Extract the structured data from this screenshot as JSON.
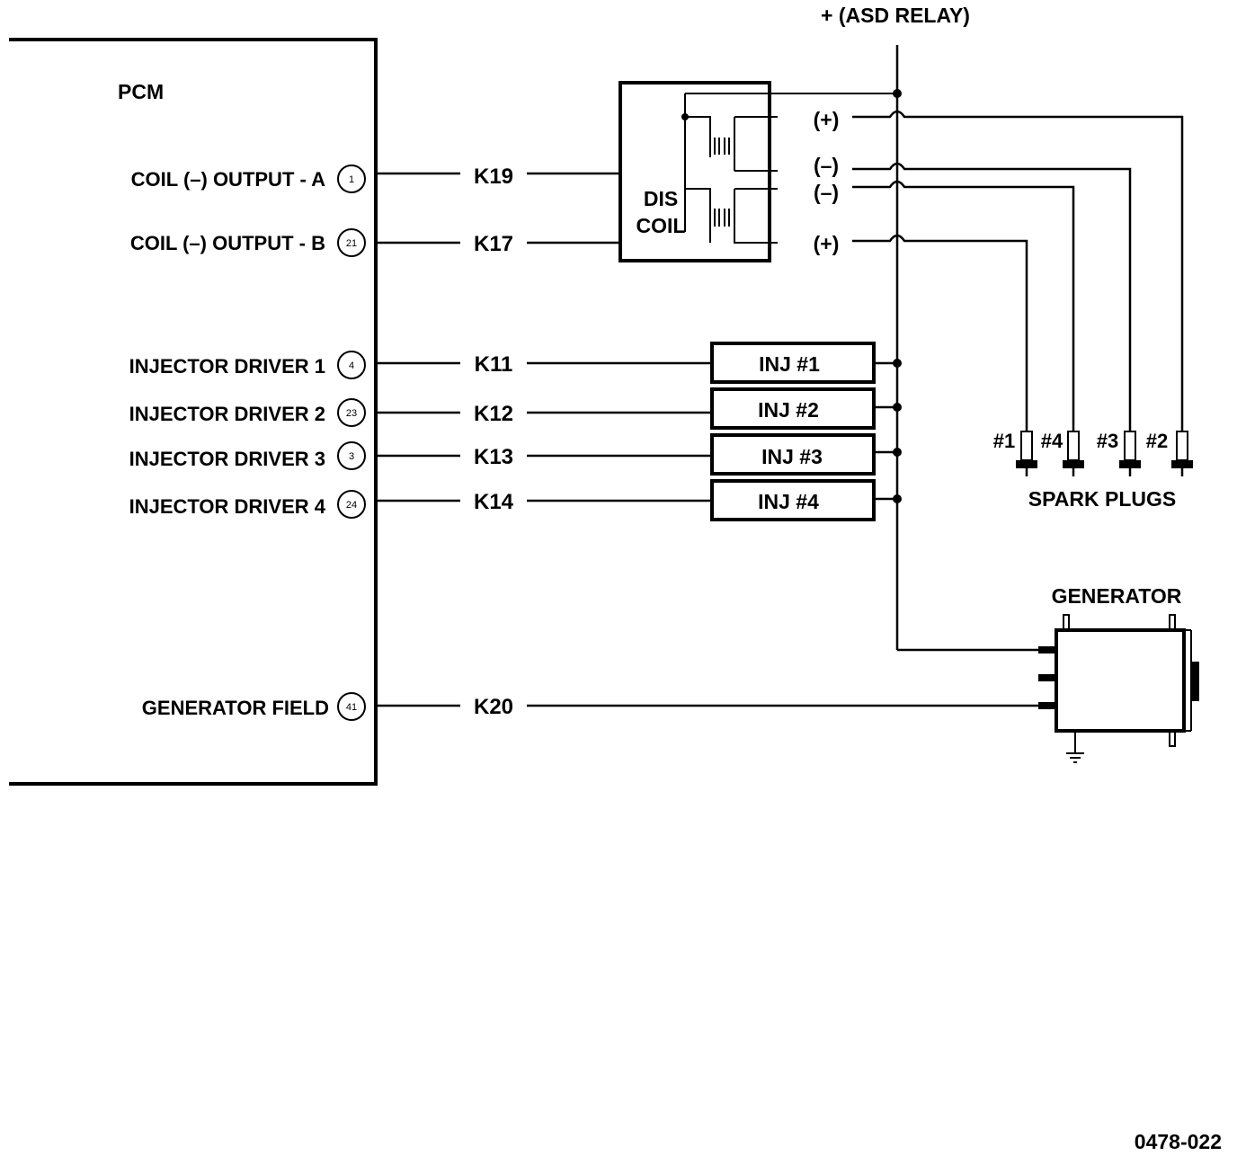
{
  "header": {
    "asd_relay": "+ (ASD RELAY)"
  },
  "pcm": {
    "title": "PCM",
    "outputs": [
      {
        "label": "COIL (–) OUTPUT - A",
        "pin": "1",
        "wire": "K19"
      },
      {
        "label": "COIL (–) OUTPUT - B",
        "pin": "21",
        "wire": "K17"
      },
      {
        "label": "INJECTOR DRIVER 1",
        "pin": "4",
        "wire": "K11"
      },
      {
        "label": "INJECTOR DRIVER 2",
        "pin": "23",
        "wire": "K12"
      },
      {
        "label": "INJECTOR DRIVER 3",
        "pin": "3",
        "wire": "K13"
      },
      {
        "label": "INJECTOR DRIVER 4",
        "pin": "24",
        "wire": "K14"
      },
      {
        "label": "GENERATOR FIELD",
        "pin": "41",
        "wire": "K20"
      }
    ]
  },
  "dis_coil": {
    "line1": "DIS",
    "line2": "COIL",
    "terminals": [
      "(+)",
      "(–)",
      "(–)",
      "(+)"
    ]
  },
  "injectors": [
    "INJ #1",
    "INJ #2",
    "INJ #3",
    "INJ #4"
  ],
  "spark_plugs": {
    "title": "SPARK PLUGS",
    "labels": [
      "#1",
      "#4",
      "#3",
      "#2"
    ]
  },
  "generator": {
    "title": "GENERATOR"
  },
  "figure_id": "0478-022"
}
